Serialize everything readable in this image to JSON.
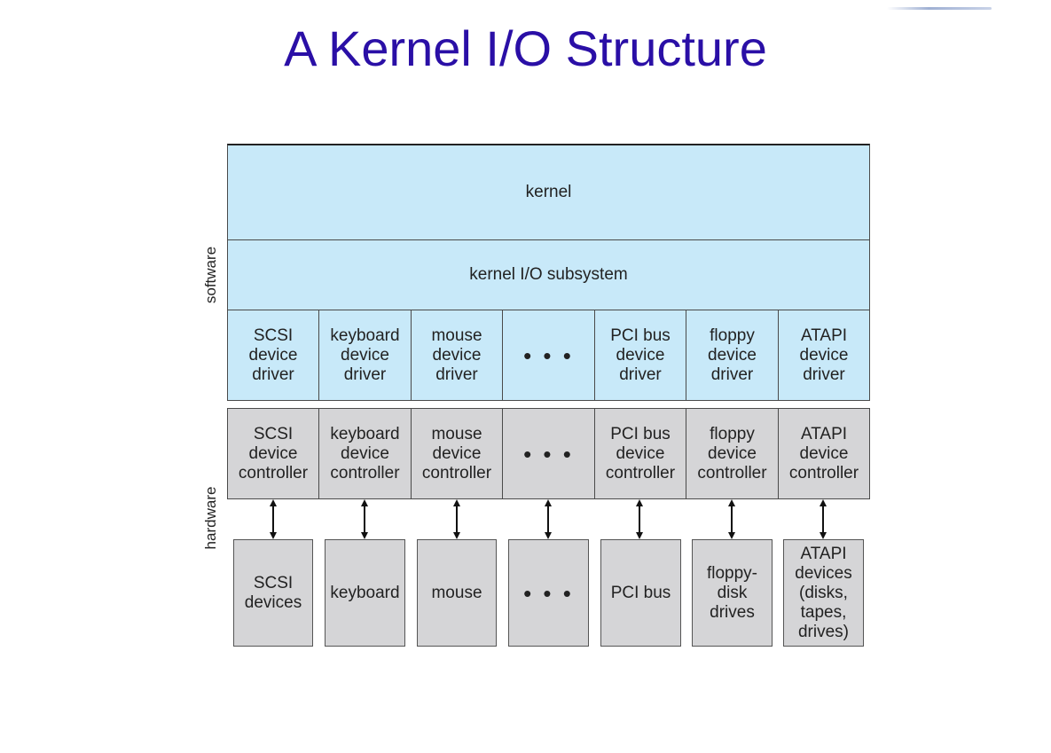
{
  "title": "A Kernel I/O Structure",
  "side_labels": {
    "software": "software",
    "hardware": "hardware"
  },
  "kernel": "kernel",
  "kernel_io_subsystem": "kernel I/O subsystem",
  "drivers": [
    "SCSI\ndevice\ndriver",
    "keyboard\ndevice\ndriver",
    "mouse\ndevice\ndriver",
    "• • •",
    "PCI bus\ndevice\ndriver",
    "floppy\ndevice\ndriver",
    "ATAPI\ndevice\ndriver"
  ],
  "controllers": [
    "SCSI\ndevice\ncontroller",
    "keyboard\ndevice\ncontroller",
    "mouse\ndevice\ncontroller",
    "• • •",
    "PCI bus\ndevice\ncontroller",
    "floppy\ndevice\ncontroller",
    "ATAPI\ndevice\ncontroller"
  ],
  "devices": [
    "SCSI\ndevices",
    "keyboard",
    "mouse",
    "• • •",
    "PCI bus",
    "floppy-\ndisk\ndrives",
    "ATAPI\ndevices\n(disks,\ntapes,\ndrives)"
  ],
  "colors": {
    "title": "#2a0fa6",
    "software": "#c8e9f9",
    "hardware": "#d5d5d7"
  }
}
